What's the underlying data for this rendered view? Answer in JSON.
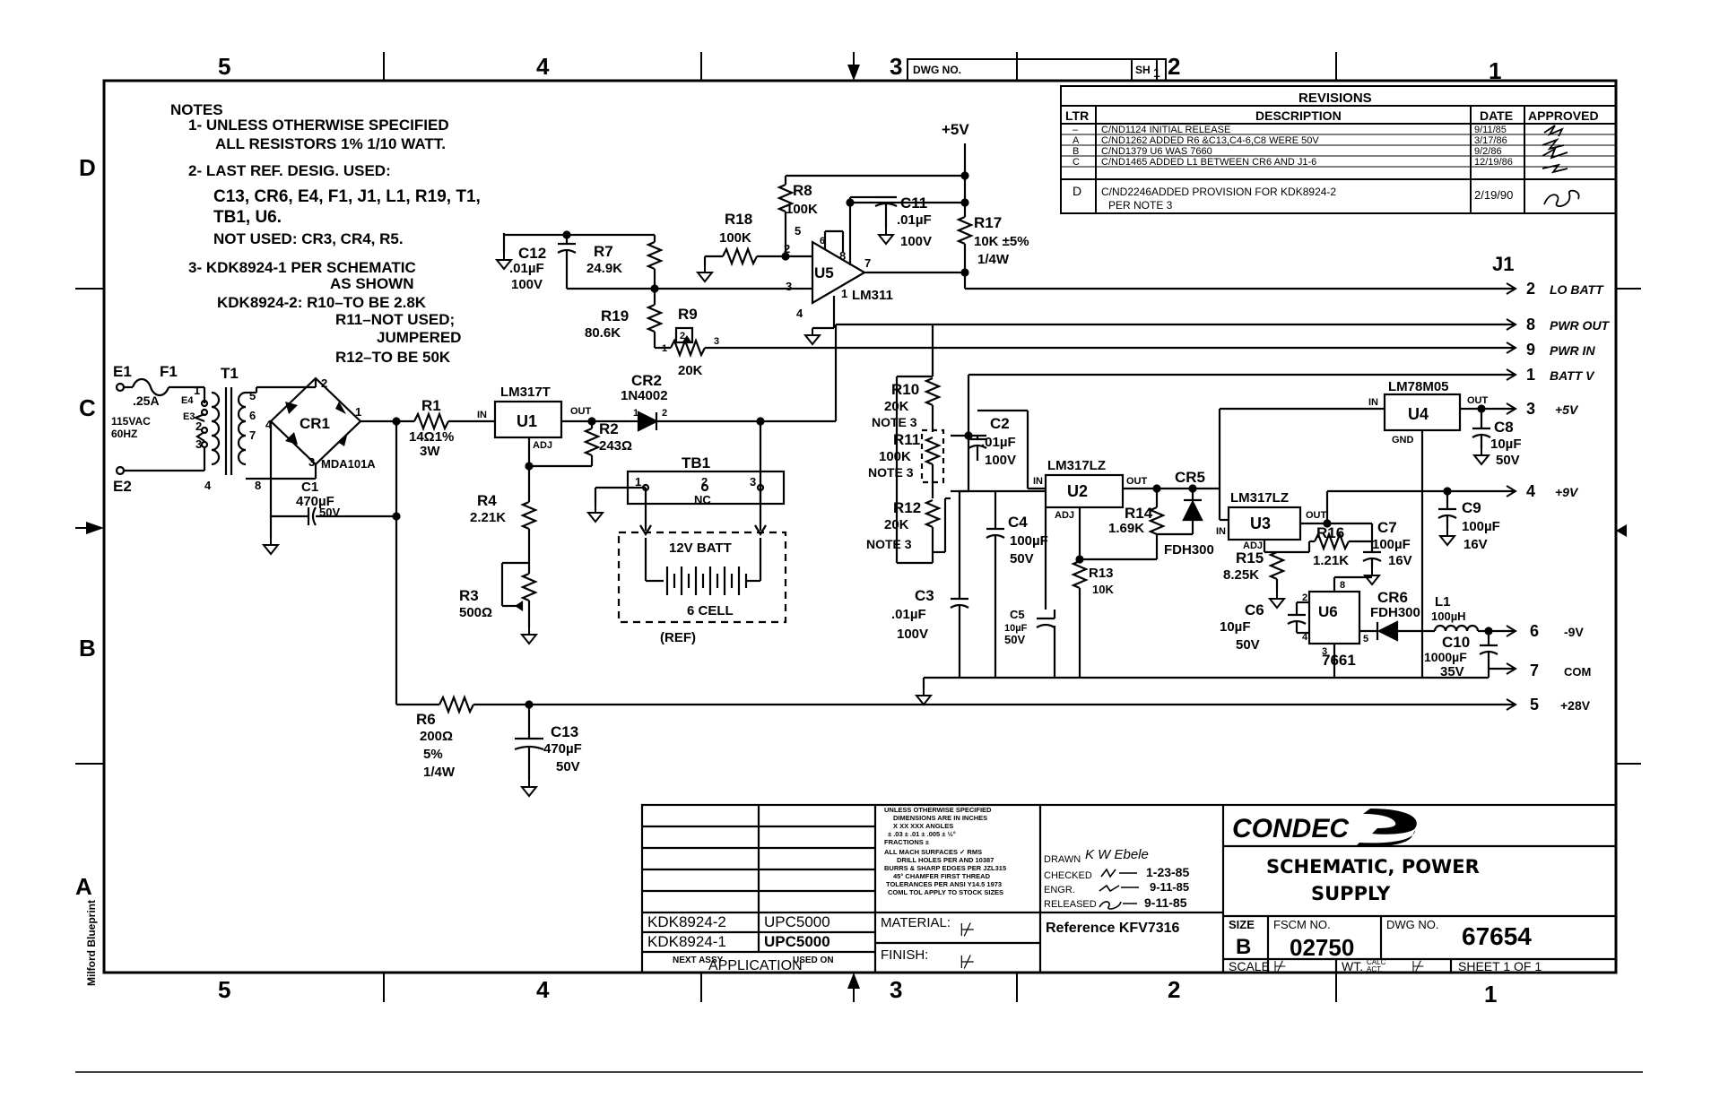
{
  "zones": {
    "columns_top": [
      "5",
      "4",
      "3",
      "2",
      "1"
    ],
    "columns_bottom": [
      "5",
      "4",
      "3",
      "2",
      "1"
    ],
    "rows": [
      "D",
      "C",
      "B",
      "A"
    ]
  },
  "header": {
    "dwg_no_label": "DWG NO.",
    "sh_label": "SH",
    "sh_value": "1"
  },
  "notes": {
    "title": "NOTES",
    "line1": "1- UNLESS OTHERWISE SPECIFIED",
    "line1b": "ALL RESISTORS 1% 1/10 WATT.",
    "line2": "2- LAST REF. DESIG. USED:",
    "line2a": "C13, CR6, E4, F1, J1, L1, R19, T1,",
    "line2b": "TB1, U6.",
    "line2c": "NOT USED: CR3, CR4, R5.",
    "line3": "3- KDK8924-1 PER SCHEMATIC",
    "line3b": "AS SHOWN",
    "line3c": "KDK8924-2: R10–TO BE 2.8K",
    "line3d": "R11–NOT USED;",
    "line3e": "JUMPERED",
    "line3f": "R12–TO BE 50K"
  },
  "revisions": {
    "title": "REVISIONS",
    "headers": {
      "ltr": "LTR",
      "desc": "DESCRIPTION",
      "date": "DATE",
      "approved": "APPROVED"
    },
    "rows": [
      {
        "ltr": "–",
        "desc": "C/ND1124 INITIAL RELEASE",
        "date": "9/11/85"
      },
      {
        "ltr": "A",
        "desc": "C/ND1262 ADDED R6 &C13,C4-6,C8 WERE 50V",
        "date": "3/17/86"
      },
      {
        "ltr": "B",
        "desc": "C/ND1379 U6 WAS 7660",
        "date": "9/2/86"
      },
      {
        "ltr": "C",
        "desc": "C/ND1465 ADDED L1 BETWEEN CR6 AND J1-6",
        "date": "12/19/86"
      },
      {
        "ltr": "D",
        "desc": "C/ND2246ADDED PROVISION FOR KDK8924-2",
        "desc2": "PER NOTE 3",
        "date": "2/19/90"
      }
    ]
  },
  "labels": {
    "e1": "E1",
    "e2": "E2",
    "f1": "F1",
    "f1_val": ".25A",
    "t1": "T1",
    "ac_in": "115VAC",
    "ac_freq": "60HZ",
    "e4": "E4",
    "e3": "E3",
    "t_p5": "5",
    "t_p6": "6",
    "t_p7": "7",
    "t_p8": "8",
    "t_p1": "1",
    "t_p4": "4",
    "t_p2": "2",
    "t_p3": "3",
    "cr1": "CR1",
    "mda": "MDA101A",
    "br2": "2",
    "br4": "4",
    "br1": "1",
    "br3": "3",
    "c1": "C1",
    "c1_val": "470µF",
    "c1_v": "50V",
    "r1": "R1",
    "r1_val": "14Ω1%",
    "r1_w": "3W",
    "lm317t": "LM317T",
    "u1": "U1",
    "in": "IN",
    "out": "OUT",
    "adj": "ADJ",
    "r2": "R2",
    "r2_val": "243Ω",
    "cr2": "CR2",
    "cr2_val": "1N4002",
    "cr2_1": "1",
    "cr2_2": "2",
    "r4": "R4",
    "r4_val": "2.21K",
    "r3": "R3",
    "r3_val": "500Ω",
    "tb1": "TB1",
    "tb1_1": "1",
    "tb1_2": "2",
    "tb1_3": "3",
    "nc": "NC",
    "batt": "12V BATT",
    "cell": "6 CELL",
    "ref": "(REF)",
    "r6": "R6",
    "r6_val": "200Ω",
    "r6_tol": "5%",
    "r6_w": "1/4W",
    "c13": "C13",
    "c13_val": "470µF",
    "c13_v": "50V",
    "c12": "C12",
    "c12_val": ".01µF",
    "c12_v": "100V",
    "r7": "R7",
    "r7_val": "24.9K",
    "r19": "R19",
    "r19_val": "80.6K",
    "r9": "R9",
    "r9_val": "20K",
    "r9_1": "1",
    "r9_2": "2",
    "r9_3": "3",
    "r18": "R18",
    "r18_val": "100K",
    "r8": "R8",
    "r8_val": "100K",
    "u5": "U5",
    "lm311": "LM311",
    "u5_2": "2",
    "u5_3": "3",
    "u5_4": "4",
    "u5_5": "5",
    "u5_6": "6",
    "u5_7": "7",
    "u5_8": "8",
    "u5_1": "1",
    "c11": "C11",
    "c11_val": ".01µF",
    "c11_v": "100V",
    "plus5": "+5V",
    "r17": "R17",
    "r17_val": "10K ±5%",
    "r17_w": "1/4W",
    "j1": "J1",
    "r10": "R10",
    "r10_val": "20K",
    "r10_note": "NOTE 3",
    "r11": "R11",
    "r11_val": "100K",
    "r11_note": "NOTE 3",
    "r12": "R12",
    "r12_val": "20K",
    "r12_note": "NOTE 3",
    "c2": "C2",
    "c2_val": ".01µF",
    "c2_v": "100V",
    "c3": "C3",
    "c3_val": ".01µF",
    "c3_v": "100V",
    "c4": "C4",
    "c4_val": "100µF",
    "c4_v": "50V",
    "c5": "C5",
    "c5_val": "10µF",
    "c5_v": "50V",
    "lm317lz_a": "LM317LZ",
    "u2": "U2",
    "r14": "R14",
    "r14_val": "1.69K",
    "r13": "R13",
    "r13_val": "10K",
    "cr5": "CR5",
    "fdh300": "FDH300",
    "lm317lz_b": "LM317LZ",
    "u3": "U3",
    "r15": "R15",
    "r15_val": "8.25K",
    "r16": "R16",
    "r16_val": "1.21K",
    "c7": "C7",
    "c7_val": "100µF",
    "c7_v": "16V",
    "lm78m05": "LM78M05",
    "u4": "U4",
    "gnd": "GND",
    "c8": "C8",
    "c8_val": "10µF",
    "c8_v": "50V",
    "c9": "C9",
    "c9_val": "100µF",
    "c9_v": "16V",
    "c6": "C6",
    "c6_val": "10µF",
    "c6_v": "50V",
    "u6": "U6",
    "u6_val": "7661",
    "u6_2": "2",
    "u6_3": "3",
    "u6_4": "4",
    "u6_5": "5",
    "u6_8": "8",
    "cr6": "CR6",
    "cr6_val": "FDH300",
    "l1": "L1",
    "l1_val": "100µH",
    "c10": "C10",
    "c10_val": "1000µF",
    "c10_v": "35V"
  },
  "connector": [
    {
      "pin": "2",
      "name": "LO BATT"
    },
    {
      "pin": "8",
      "name": "PWR OUT"
    },
    {
      "pin": "9",
      "name": "PWR IN"
    },
    {
      "pin": "1",
      "name": "BATT V"
    },
    {
      "pin": "3",
      "name": "+5V"
    },
    {
      "pin": "4",
      "name": "+9V"
    },
    {
      "pin": "6",
      "name": "-9V"
    },
    {
      "pin": "7",
      "name": "COM"
    },
    {
      "pin": "5",
      "name": "+28V"
    }
  ],
  "title_block": {
    "app_rows": [
      {
        "next": "KDK8924-2",
        "used": "UPC5000"
      },
      {
        "next": "KDK8924-1",
        "used": "UPC5000"
      }
    ],
    "next_assy": "NEXT ASSY",
    "used_on": "USED ON",
    "application": "APPLICATION",
    "tol1": "UNLESS OTHERWISE SPECIFIED",
    "tol2": "DIMENSIONS ARE IN INCHES",
    "tol3": "X    XX    XXX    ANGLES",
    "tol4": "± .03  ± .01  ± .005  ± ½°",
    "tol5": "FRACTIONS ±",
    "tol6": "ALL MACH SURFACES ✓ RMS",
    "tol7": "DRILL HOLES PER AND 10387",
    "tol8": "BURRS & SHARP EDGES PER JZL315",
    "tol9": "45° CHAMFER FIRST THREAD",
    "tol10": "TOLERANCES PER ANSI Y14.5 1973",
    "tol11": "COML TOL APPLY TO STOCK SIZES",
    "material": "MATERIAL:",
    "finish": "FINISH:",
    "drawn": "DRAWN",
    "drawn_sig": "K W Ebele",
    "checked": "CHECKED",
    "checked_date": "1-23-85",
    "engr": "ENGR.",
    "engr_date": "9-11-85",
    "released": "RELEASED",
    "released_date": "9-11-85",
    "reference": "Reference KFV7316",
    "company": "CONDEC",
    "title1": "SCHEMATIC, POWER",
    "title2": "SUPPLY",
    "size_label": "SIZE",
    "size": "B",
    "fscm_label": "FSCM NO.",
    "fscm": "02750",
    "dwg_label": "DWG NO.",
    "dwg": "67654",
    "scale_label": "SCALE",
    "wt_label": "WT.",
    "calc": "CALC",
    "act": "ACT.",
    "sheet": "SHEET 1 OF 1"
  },
  "side_label": "Milford Blueprint"
}
